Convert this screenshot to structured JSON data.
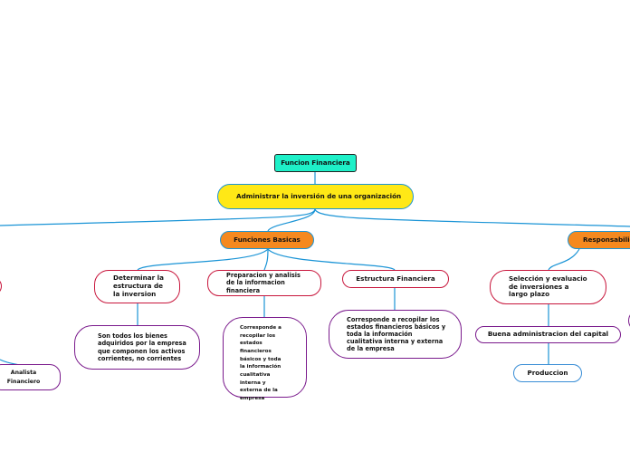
{
  "map": {
    "root": "Funcion Financiera",
    "objective": "Administrar la inversión de una organización",
    "branches": {
      "functions": "Funciones Basicas",
      "responsibilities": "Responsabilid"
    },
    "left_offscreen": {
      "analyst": "Analista Financiero"
    },
    "functions_children": {
      "structure": "Determinar la estructura de la inversion",
      "structure_detail": "Son todos los bienes adquiridos por la empresa que componen los activos corrientes, no corrientes",
      "prep": "Preparacion y analisis de la informacion financiera",
      "prep_detail": "Corresponde a recopilar los estados financieros básicos y toda la información cualitativa interna y externa de la empresa",
      "fin_structure": "Estructura Financiera",
      "fin_structure_detail": "Corresponde a recopilar los estados financieros básicos y toda la información cualitativa interna y externa de la empresa"
    },
    "responsibility_children": {
      "selection": "Selección y evaluacio de inversiones a largo plazo",
      "capital": "Buena administracion del capital",
      "production": "Produccion"
    }
  },
  "colors": {
    "root_fill": "#1ef0c8",
    "objective_fill": "#ffe816",
    "branch_fill": "#f5891f",
    "connector": "#1a94d6",
    "crimson_border": "#c8163c",
    "purple_border": "#7a1a8c",
    "blue_border": "#3a8ed6"
  }
}
